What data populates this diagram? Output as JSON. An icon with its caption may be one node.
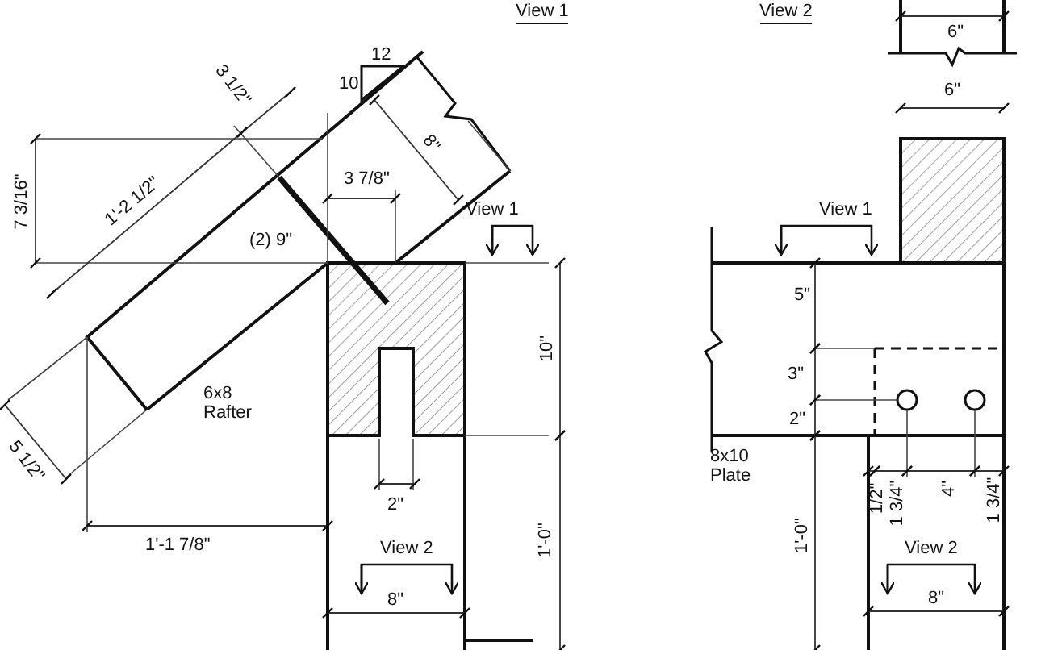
{
  "diagram": {
    "labels": [
      "View 1",
      "View 2",
      "6\"",
      "12",
      "10",
      "3 1/2\"",
      "6\"",
      "8\"",
      "7 3/16\"",
      "1'-2 1/2\"",
      "3 7/8\"",
      "View 1",
      "View 1",
      "(2) 9\"",
      "5\"",
      "10\"",
      "3\"",
      "6x8 Rafter",
      "2\"",
      "5 1/2\"",
      "8x10 Plate",
      "1/2\"",
      "1 3/4\"",
      "4\"",
      "1 3/4\"",
      "2\"",
      "1'-0\"",
      "1'-0\"",
      "1'-1 7/8\"",
      "View 2",
      "View 2",
      "8\"",
      "8\""
    ]
  }
}
